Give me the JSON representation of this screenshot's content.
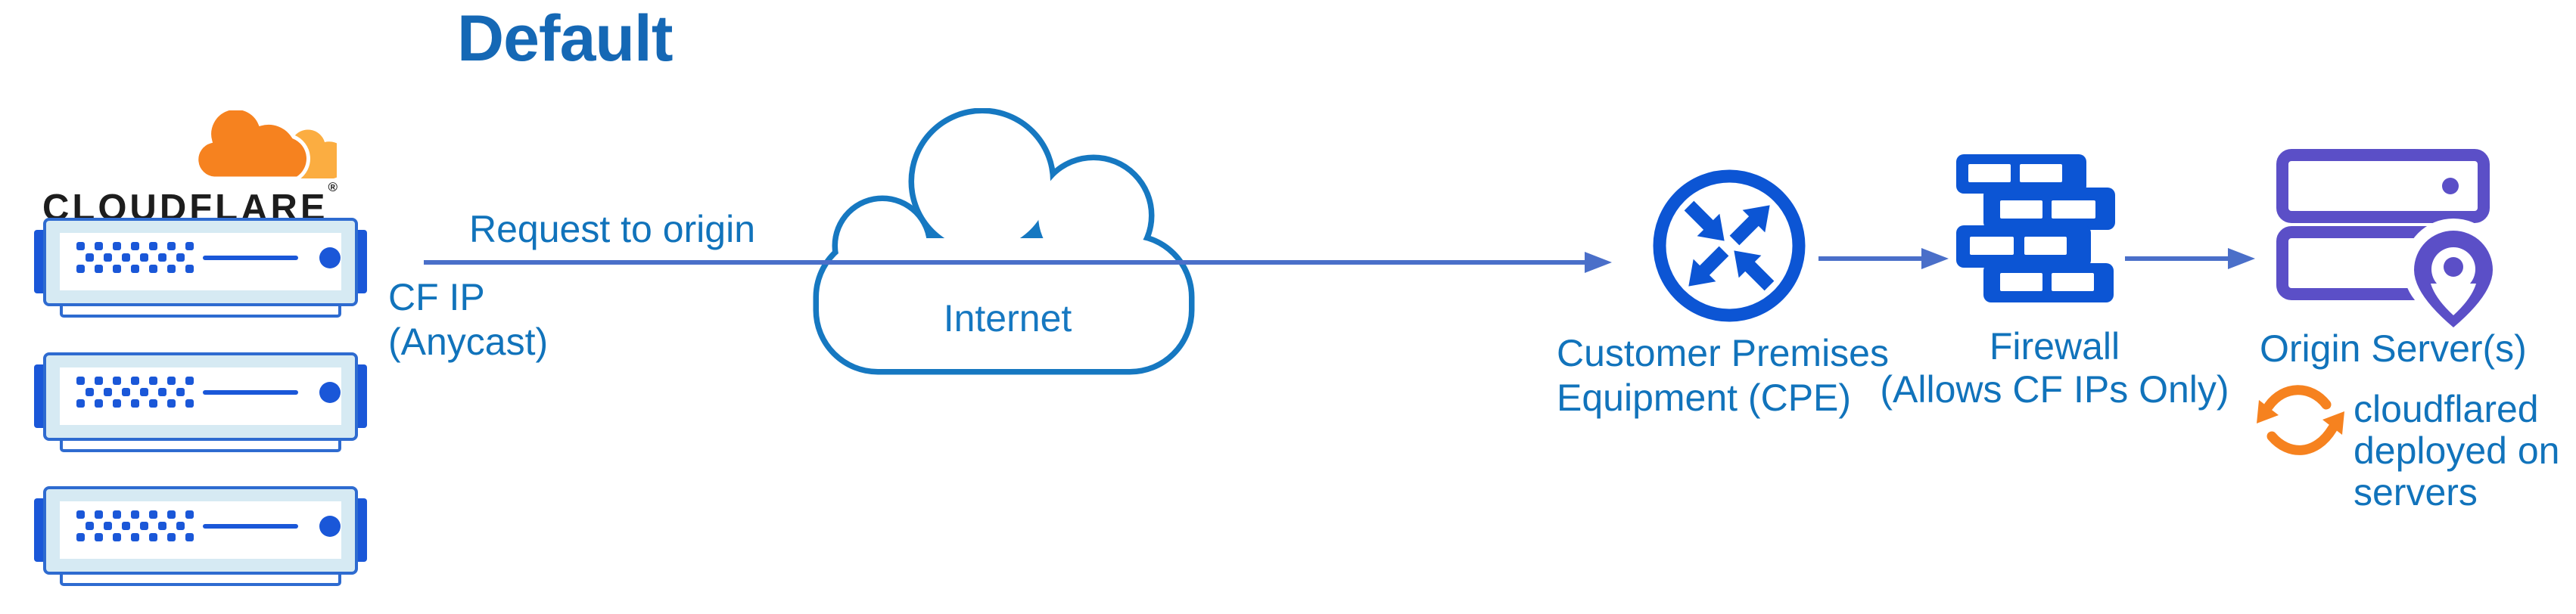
{
  "title": "Default",
  "colors": {
    "title_blue": "#1568B5",
    "text_blue": "#1173BB",
    "indigo": "#4A6FC9",
    "cloud_blue": "#1678C1",
    "icon_blue": "#0C55D4",
    "server_blue": "#1A57D8",
    "server_outline": "#2E6BD0",
    "server_pale": "#D6EAF3",
    "purple": "#5B4FC7",
    "orange": "#F6821F",
    "orange_light": "#FBAD41",
    "ink": "#1D1D1D"
  },
  "cloudflare_logo": {
    "wordmark": "CLOUDFLARE",
    "registered_mark": "®"
  },
  "edge_labels": {
    "request": "Request to origin",
    "cf_ip_line1": "CF IP",
    "cf_ip_line2": "(Anycast)"
  },
  "internet": {
    "label": "Internet"
  },
  "cpe": {
    "line1": "Customer Premises",
    "line2": "Equipment (CPE)"
  },
  "firewall": {
    "line1": "Firewall",
    "line2": "(Allows CF IPs Only)"
  },
  "origin": {
    "label": "Origin Server(s)",
    "note_line1": "cloudflared",
    "note_line2": "deployed on",
    "note_line3": "servers"
  },
  "icons": {
    "cloudflare_cloud": "cloudflare-cloud-logo-icon",
    "edge_server": "edge-server-icon",
    "internet_cloud": "internet-cloud-icon",
    "arrow": "flow-arrow-icon",
    "cpe_router": "cpe-router-icon",
    "firewall_wall": "firewall-brick-icon",
    "origin_servers": "origin-server-icon",
    "location_pin": "location-pin-icon",
    "sync": "sync-arrows-icon"
  }
}
